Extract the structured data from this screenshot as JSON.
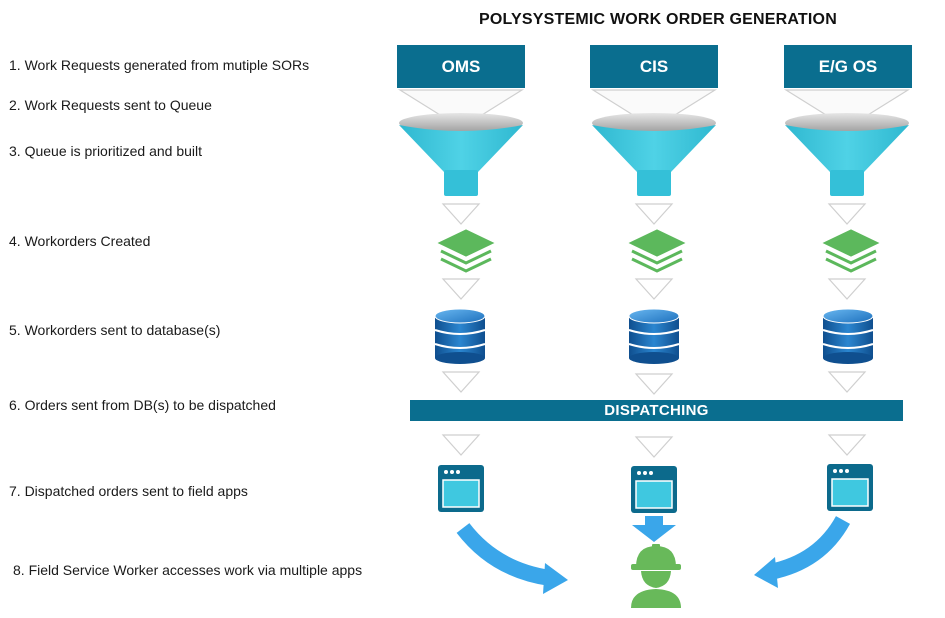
{
  "title": "POLYSYSTEMIC WORK ORDER GENERATION",
  "steps": [
    "1. Work Requests generated from mutiple SORs",
    "2. Work Requests sent to Queue",
    "3. Queue is prioritized and built",
    "4. Workorders Created",
    "5. Workorders sent to database(s)",
    "6. Orders sent from DB(s) to be dispatched",
    "7. Dispatched orders sent to field apps",
    "8. Field Service Worker accesses work via multiple apps"
  ],
  "systems": [
    "OMS",
    "CIS",
    "E/G  OS"
  ],
  "dispatch_label": "DISPATCHING",
  "icons": {
    "funnel": "funnel-icon",
    "workorders": "stack-icon",
    "database": "database-icon",
    "app": "app-window-icon",
    "worker": "field-worker-icon"
  },
  "colors": {
    "header": "#0a6e8f",
    "funnel": "#38c6dc",
    "workorder": "#5cb85c",
    "database": "#1567b0",
    "arrow": "#3aa6ea",
    "worker": "#68b95a"
  }
}
